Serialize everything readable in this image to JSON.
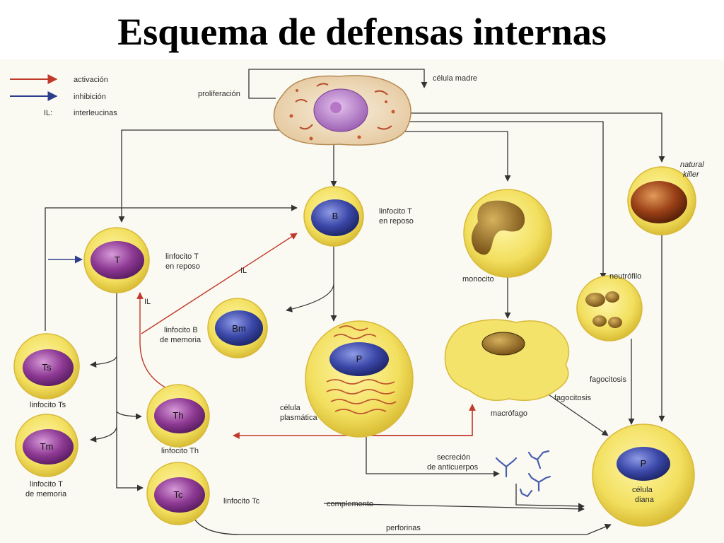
{
  "title": "Esquema de defensas internas",
  "legend": {
    "activation": "activación",
    "inhibition": "inhibición",
    "il_key": "IL:",
    "il_value": "interleucinas",
    "activation_color": "#c0392b",
    "inhibition_color": "#2c3e8c"
  },
  "labels": {
    "proliferacion": "proliferación",
    "celula_madre": "célula madre",
    "natural_killer_1": "natural",
    "natural_killer_2": "killer",
    "linfocito_b_reposo_1": "linfocito T",
    "linfocito_b_reposo_2": "en reposo",
    "linfocito_t_reposo_1": "linfocito T",
    "linfocito_t_reposo_2": "en reposo",
    "il_1": "IL",
    "il_2": "IL",
    "monocito": "monocito",
    "neutrofilo": "neutrófilo",
    "linfocito_b_memoria_1": "linfocito B",
    "linfocito_b_memoria_2": "de memoria",
    "fagocitosis_1": "fagocitosis",
    "fagocitosis_2": "fagocitosis",
    "linfocito_ts": "linfocito Ts",
    "celula_plasmatica_1": "célula",
    "celula_plasmatica_2": "plasmática",
    "macrofago": "macrófago",
    "linfocito_th": "linfocito Th",
    "linfocito_t_memoria_1": "linfocito T",
    "linfocito_t_memoria_2": "de memoria",
    "secrecion_1": "secreción",
    "secrecion_2": "de anticuerpos",
    "linfocito_tc": "linfocito Tc",
    "complemento": "complemento",
    "celula_diana_1": "célula",
    "celula_diana_2": "diana",
    "perforinas": "perforinas"
  },
  "cells": {
    "B": "B",
    "T": "T",
    "Bm": "Bm",
    "Ts": "Ts",
    "Tm": "Tm",
    "Th": "Th",
    "Tc": "Tc",
    "P_plasma": "P",
    "P_diana": "P"
  },
  "colors": {
    "cell_yellow": "#f3e36a",
    "cell_edge": "#d8b93a",
    "t_nucleus": "#8e3a94",
    "b_nucleus": "#3b48a8",
    "arrow_dark": "#333333",
    "arrow_red": "#c0392b",
    "arrow_blue": "#2c3e8c"
  }
}
